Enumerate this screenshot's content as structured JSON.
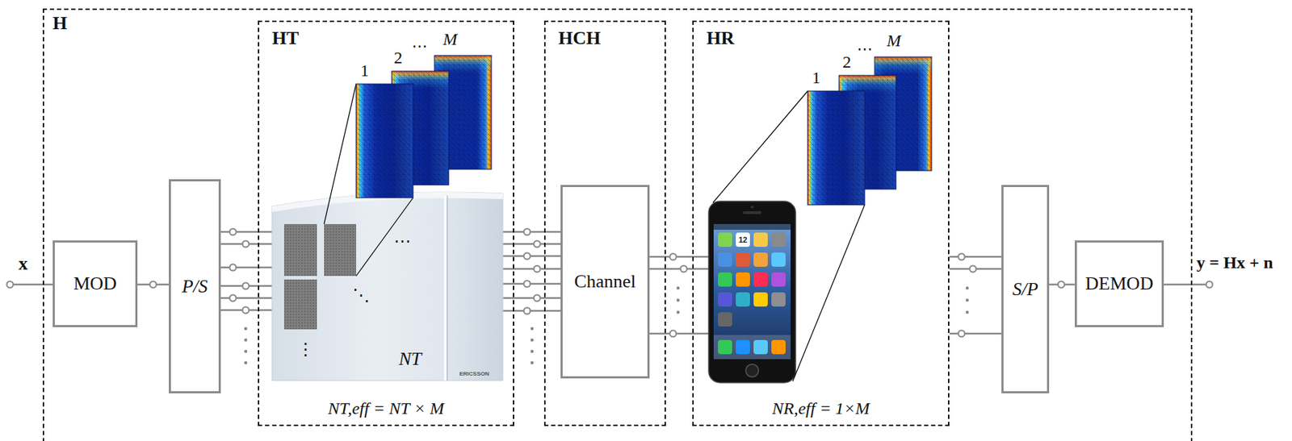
{
  "diagram": {
    "nodes": [
      {
        "text": [
          "H"
        ]
      },
      {
        "text": [
          "MOD"
        ],
        "in": 0
      },
      {
        "text": [
          "P/S"
        ],
        "in": 0
      },
      {
        "text": [
          "HT",
          "NT,eff = NT × M"
        ],
        "in": 0
      },
      {
        "text": [
          "NT"
        ],
        "in": 3
      },
      {
        "text": [
          "HCH"
        ],
        "in": 0
      },
      {
        "text": [
          "Channel"
        ],
        "in": 5
      },
      {
        "text": [
          "HR",
          "NR,eff = 1×M"
        ],
        "in": 0
      },
      {
        "text": [
          "12"
        ],
        "in": 7
      },
      {
        "text": [
          "S/P"
        ],
        "in": 0
      },
      {
        "text": [
          "DEMOD"
        ],
        "in": 0
      }
    ],
    "edges": [
      {
        "from": 1,
        "to": 2,
        "arrow": "none"
      },
      {
        "from": 2,
        "to": 4,
        "arrow": "none"
      },
      {
        "from": 4,
        "to": 6,
        "arrow": "none"
      },
      {
        "from": 6,
        "to": 8,
        "arrow": "none"
      },
      {
        "from": 7,
        "to": 9,
        "arrow": "none"
      },
      {
        "from": 9,
        "to": 10,
        "arrow": "none"
      }
    ],
    "labels": [
      "x",
      "1",
      "2",
      "⋯",
      "M",
      "⋯",
      "⋱",
      "⋮",
      "ERICSSON",
      "1",
      "2",
      "⋯",
      "M",
      "y = Hx + n"
    ]
  }
}
